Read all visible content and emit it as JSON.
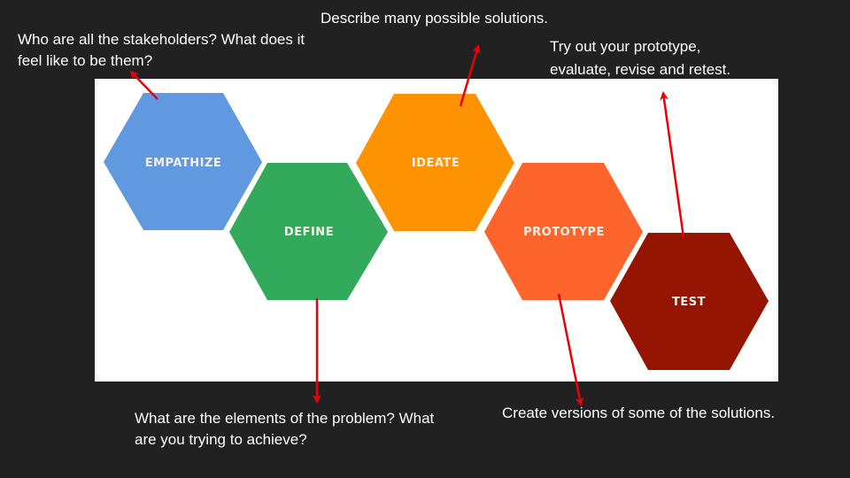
{
  "slide": {
    "background": "#212121",
    "panel_background": "#ffffff",
    "arrow_color": "#e8000b"
  },
  "stages": [
    {
      "id": "empathize",
      "label": "Empathize",
      "display": "EMPATHIZE",
      "color": "#6199e1"
    },
    {
      "id": "define",
      "label": "Define",
      "display": "DEFINE",
      "color": "#33a95b"
    },
    {
      "id": "ideate",
      "label": "Ideate",
      "display": "IDEATE",
      "color": "#fd9303"
    },
    {
      "id": "prototype",
      "label": "Prototype",
      "display": "PROTOTYPE",
      "color": "#fe652d"
    },
    {
      "id": "test",
      "label": "Test",
      "display": "TEST",
      "color": "#951500"
    }
  ],
  "annotations": {
    "empathize_line1": "Who are all the stakeholders? What does it",
    "empathize_line2": "feel like to be them?",
    "ideate": "Describe many possible solutions.",
    "test_line1": "Try out your prototype,",
    "test_line2": "evaluate, revise and retest.",
    "define_line1": "What are the elements of the problem? What",
    "define_line2": "are you trying to achieve?",
    "prototype": "Create versions of some of the solutions."
  }
}
